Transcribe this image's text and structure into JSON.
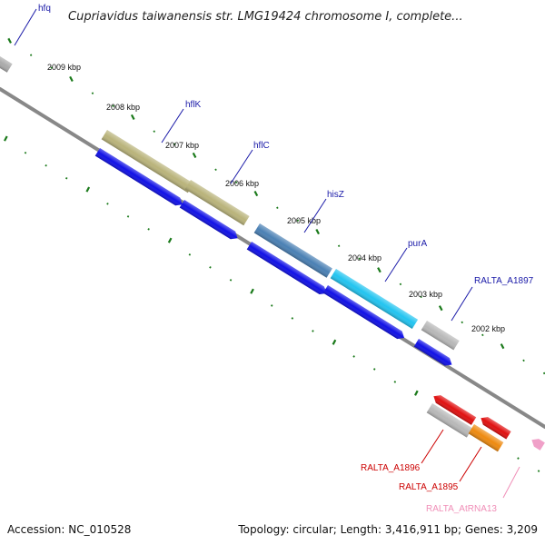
{
  "title": "Cupriavidus taiwanensis str. LMG19424 chromosome I, complete...",
  "footer": {
    "accession": "Accession: NC_010528",
    "topology": "Topology: circular; Length: 3,416,911 bp; Genes: 3,209"
  },
  "colors": {
    "background": "#ffffff",
    "backbone": "#888888",
    "tick": "#1b7a1b",
    "cds_forward": "#1010e6",
    "label_blue": "#1a1aa8",
    "label_red": "#cc0000",
    "label_pink": "#f08fb8"
  },
  "kbp_labels": [
    "2009 kbp",
    "2008 kbp",
    "2007 kbp",
    "2006 kbp",
    "2005 kbp",
    "2004 kbp",
    "2003 kbp",
    "2002 kbp"
  ],
  "genes_top": [
    {
      "name": "hfq",
      "color": "#aaaaaa"
    },
    {
      "name": "hflK",
      "color": "#b9b37a"
    },
    {
      "name": "hflC",
      "color": "#b9b37a"
    },
    {
      "name": "hisZ",
      "color": "#4a80b4"
    },
    {
      "name": "purA",
      "color": "#22c4f0"
    },
    {
      "name": "RALTA_A1897",
      "color": "#b8b8b8"
    }
  ],
  "genes_bottom": [
    {
      "name": "RALTA_A1896",
      "color": "#e01010"
    },
    {
      "name": "RALTA_A1895",
      "color": "#ee8a10"
    },
    {
      "name": "RALTA_AtRNA13",
      "color": "#f0a0c8"
    }
  ]
}
